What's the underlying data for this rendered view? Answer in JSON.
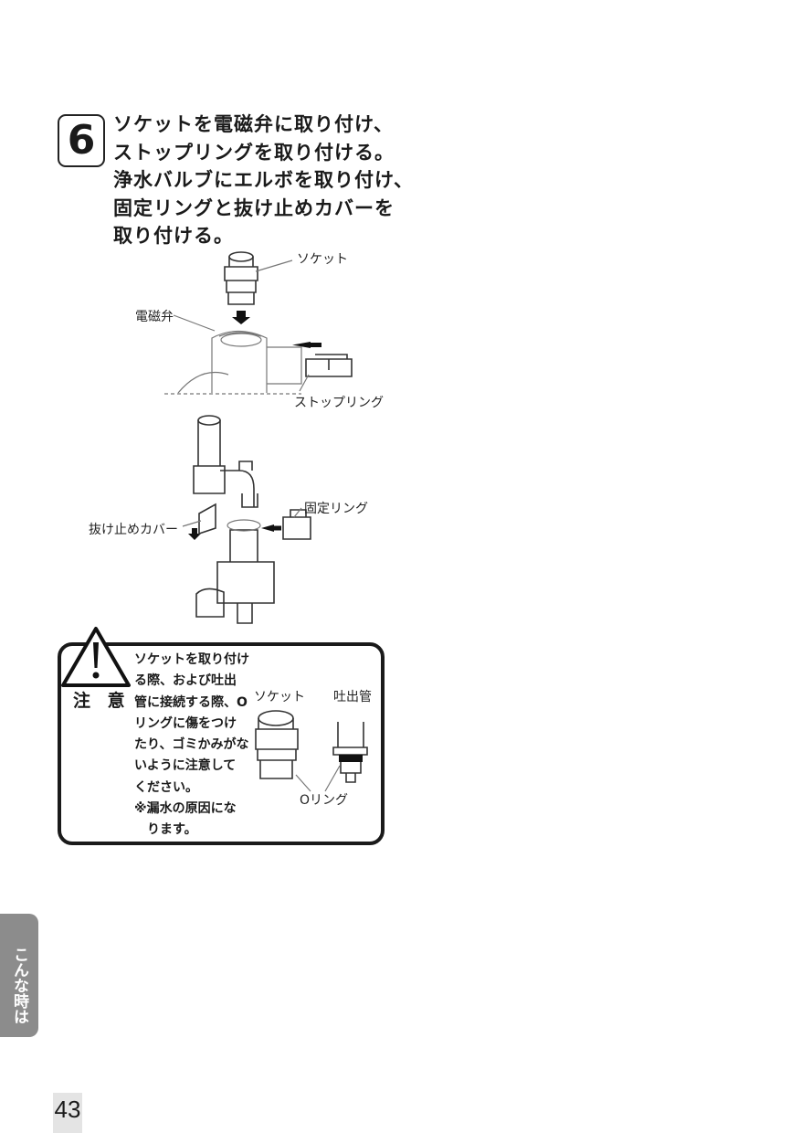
{
  "step": {
    "number": "6",
    "lines": [
      "ソケットを電磁弁に取り付け、",
      "ストップリングを取り付ける。",
      "浄水バルブにエルボを取り付け、",
      "固定リングと抜け止めカバーを",
      "取り付ける。"
    ]
  },
  "diagram1": {
    "labels": {
      "socket": "ソケット",
      "solenoid_valve": "電磁弁",
      "stop_ring": "ストップリング"
    }
  },
  "diagram2": {
    "labels": {
      "fixing_ring": "固定リング",
      "retaining_cover": "抜け止めカバー"
    }
  },
  "caution": {
    "title": "注 意",
    "lines": [
      "ソケットを取り付け",
      "る際、および吐出",
      "管に接続する際、O",
      "リングに傷をつけ",
      "たり、ゴミかみがな",
      "いように注意して",
      "ください。",
      "※漏水の原因にな",
      "　ります。"
    ],
    "labels": {
      "socket": "ソケット",
      "spout_pipe": "吐出管",
      "o_ring": "Oリング"
    }
  },
  "side_tab": {
    "label": "こんな時は"
  },
  "page_number": "43"
}
